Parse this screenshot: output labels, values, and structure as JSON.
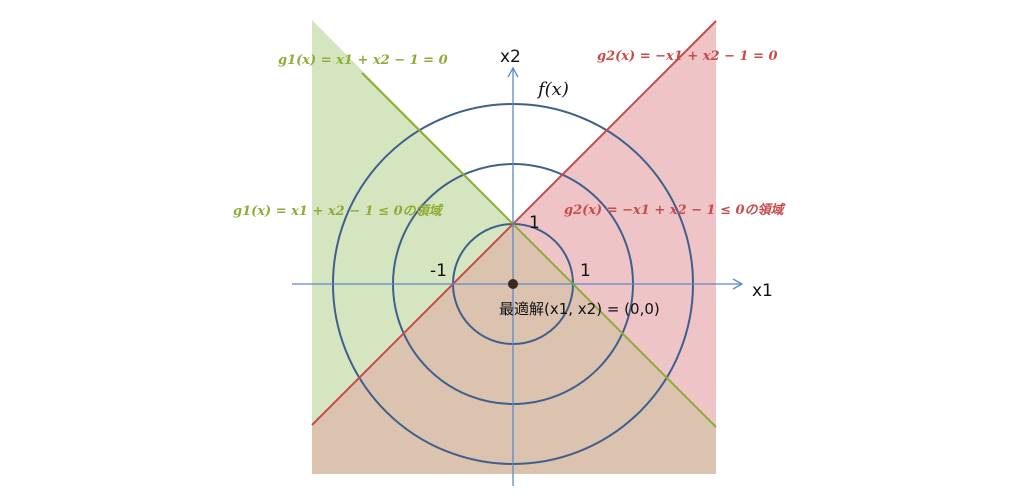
{
  "colors": {
    "green_region": "#d5e5c0",
    "green_line": "#8eac36",
    "red_region": "#eec4c7",
    "red_line": "#c84a4a",
    "overlap_region": "#dbc3b0",
    "circle": "#3f5f8c",
    "axis": "#5b8ac6"
  },
  "axes": {
    "x_label": "x1",
    "y_label": "x2",
    "tick_one_x": "1",
    "tick_minus_one_x": "-1",
    "tick_one_y": "1"
  },
  "objective": {
    "label": "f(x)",
    "radii": [
      1,
      2,
      3
    ]
  },
  "constraints": {
    "g1_eq": "g1(x) = x1 + x2 − 1 = 0",
    "g1_region": "g1(x) = x1 + x2 − 1 ≤ 0の領域",
    "g2_eq": "g2(x) = −x1 + x2 − 1 = 0",
    "g2_region": "g2(x) = −x1 + x2 − 1 ≤ 0の領域"
  },
  "optimum": {
    "label": "最適解(x1, x2) = (0,0)",
    "x": 0,
    "y": 0
  }
}
